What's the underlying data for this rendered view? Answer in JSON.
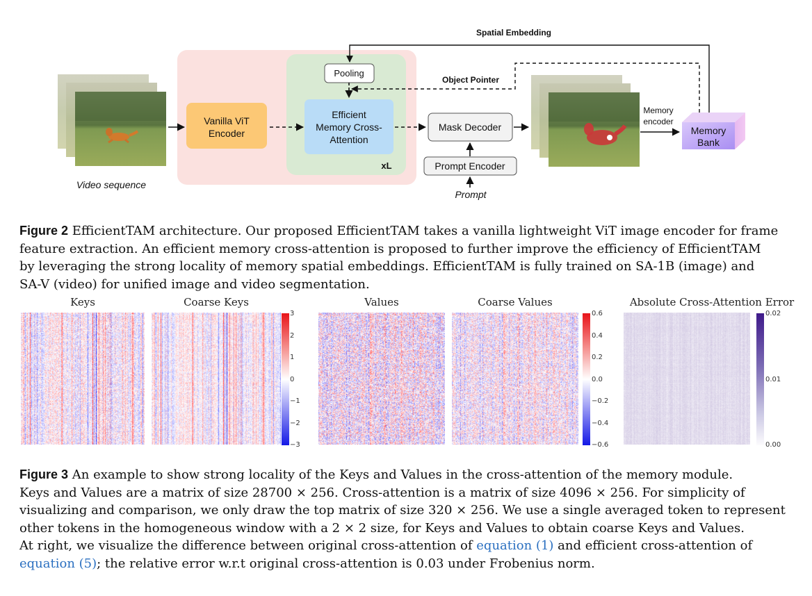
{
  "figure2": {
    "video_label": "Video sequence",
    "vit_label_1": "Vanilla ViT",
    "vit_label_2": "Encoder",
    "pooling_label": "Pooling",
    "ema_label_1": "Efficient",
    "ema_label_2": "Memory Cross-",
    "ema_label_3": "Attention",
    "repeat_label": "xL",
    "mask_decoder_label": "Mask Decoder",
    "prompt_encoder_label": "Prompt Encoder",
    "prompt_label": "Prompt",
    "memory_encoder_label_1": "Memory",
    "memory_encoder_label_2": "encoder",
    "memory_bank_label_1": "Memory",
    "memory_bank_label_2": "Bank",
    "spatial_embedding_label": "Spatial Embedding",
    "object_pointer_label": "Object Pointer",
    "colors": {
      "vit_box": "#fcc875",
      "ema_box": "#b9dcf7",
      "outer_region": "#fbe1df",
      "inner_region": "#d9ead3",
      "memory_bank_front": "#c7b6fb",
      "mask_overlay": "#c93a3a"
    }
  },
  "figure2_caption": {
    "label": "Figure 2",
    "text_lines": [
      "EfficientTAM architecture. Our proposed EfficientTAM takes a vanilla lightweight ViT image encoder for frame",
      "feature extraction. An efficient memory cross-attention is proposed to further improve the efficiency of EfficientTAM",
      "by leveraging the strong locality of memory spatial embeddings. EfficientTAM is fully trained on SA-1B (image) and",
      "SA-V (video) for unified image and video segmentation."
    ]
  },
  "figure3": {
    "panels": [
      {
        "title": "Keys",
        "colormap": "bwr"
      },
      {
        "title": "Coarse Keys",
        "colormap": "bwr"
      },
      {
        "title": "Values",
        "colormap": "bwr"
      },
      {
        "title": "Coarse Values",
        "colormap": "bwr"
      },
      {
        "title": "Absolute Cross-Attention Error",
        "colormap": "purples"
      }
    ],
    "colorbars": [
      {
        "ticks": [
          "3",
          "2",
          "1",
          "0",
          "−1",
          "−2",
          "−3"
        ],
        "range": [
          -3,
          3
        ]
      },
      {
        "ticks": [
          "0.6",
          "0.4",
          "0.2",
          "0.0",
          "−0.2",
          "−0.4",
          "−0.6"
        ],
        "range": [
          -0.6,
          0.6
        ]
      },
      {
        "ticks": [
          "0.02",
          "0.01",
          "0.00"
        ],
        "range": [
          0,
          0.02
        ]
      }
    ]
  },
  "figure3_caption": {
    "label": "Figure 3",
    "line1": "An example to show strong locality of the Keys and Values in the cross-attention of the memory module.",
    "line2": "Keys and Values are a matrix of size 28700 × 256. Cross-attention is a matrix of size 4096 × 256. For simplicity of",
    "line3": "visualizing and comparison, we only draw the top matrix of size 320 × 256. We use a single averaged token to represent",
    "line4": "other tokens in the homogeneous window with a 2 × 2 size, for Keys and Values to obtain coarse Keys and Values.",
    "line5": "At right, we visualize the difference between original cross-attention of",
    "link1": "equation (1)",
    "line5_end": "and efficient cross-attention of",
    "link2": "equation (5)",
    "line6_end": "; the relative error w.r.t original cross-attention is 0.03 under Frobenius norm."
  }
}
